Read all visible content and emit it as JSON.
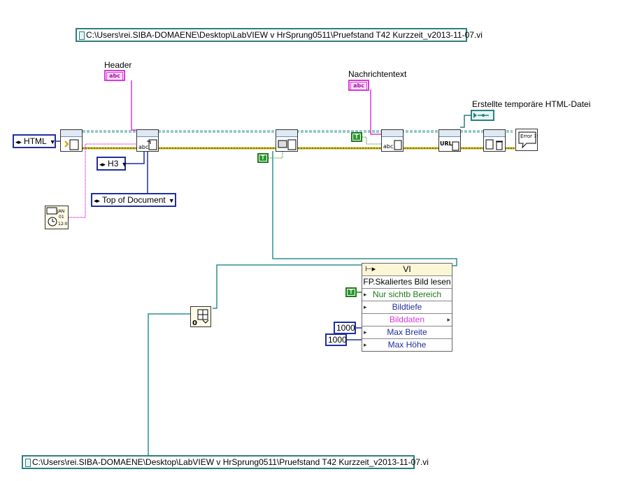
{
  "path_constant_top": "C:\\Users\\rei.SIBA-DOMAENE\\Desktop\\LabVIEW v HrSprung0511\\Pruefstand T42 Kurzzeit_v2013-11-07.vi",
  "path_constant_bottom": "C:\\Users\\rei.SIBA-DOMAENE\\Desktop\\LabVIEW v HrSprung0511\\Pruefstand T42 Kurzzeit_v2013-11-07.vi",
  "labels": {
    "header": "Header",
    "nachrichtentext": "Nachrichtentext",
    "temp_html_file": "Erstellte temporäre HTML-Datei"
  },
  "string_constant_icon": "abc",
  "enums": {
    "report_type": "HTML",
    "heading_level": "H3",
    "position": "Top of Document"
  },
  "boolean_constant": "T",
  "error_handler": "Error ?!",
  "property_node": {
    "class": "VI",
    "method": "FP.Skaliertes Bild lesen",
    "rows": [
      "Nur sichtb Bereich",
      "Bildtiefe",
      "Bilddaten",
      "Max Breite",
      "Max Höhe"
    ]
  },
  "numeric_constants": {
    "max_width": "1000",
    "max_height": "1000"
  },
  "index_zero": "0",
  "icons": [
    "report-vi-icon",
    "timestamp-icon",
    "url-icon",
    "dispose-report-icon",
    "error-handler-icon",
    "picture-to-image-icon"
  ],
  "colors": {
    "path_wire": "#2f7f7f",
    "string_wire": "#d83bd8",
    "enum_wire": "#1f2fa0",
    "boolean": "#1b7d1b",
    "error_wire": "#c8b000",
    "refnum_wire": "#2f8f8f"
  }
}
